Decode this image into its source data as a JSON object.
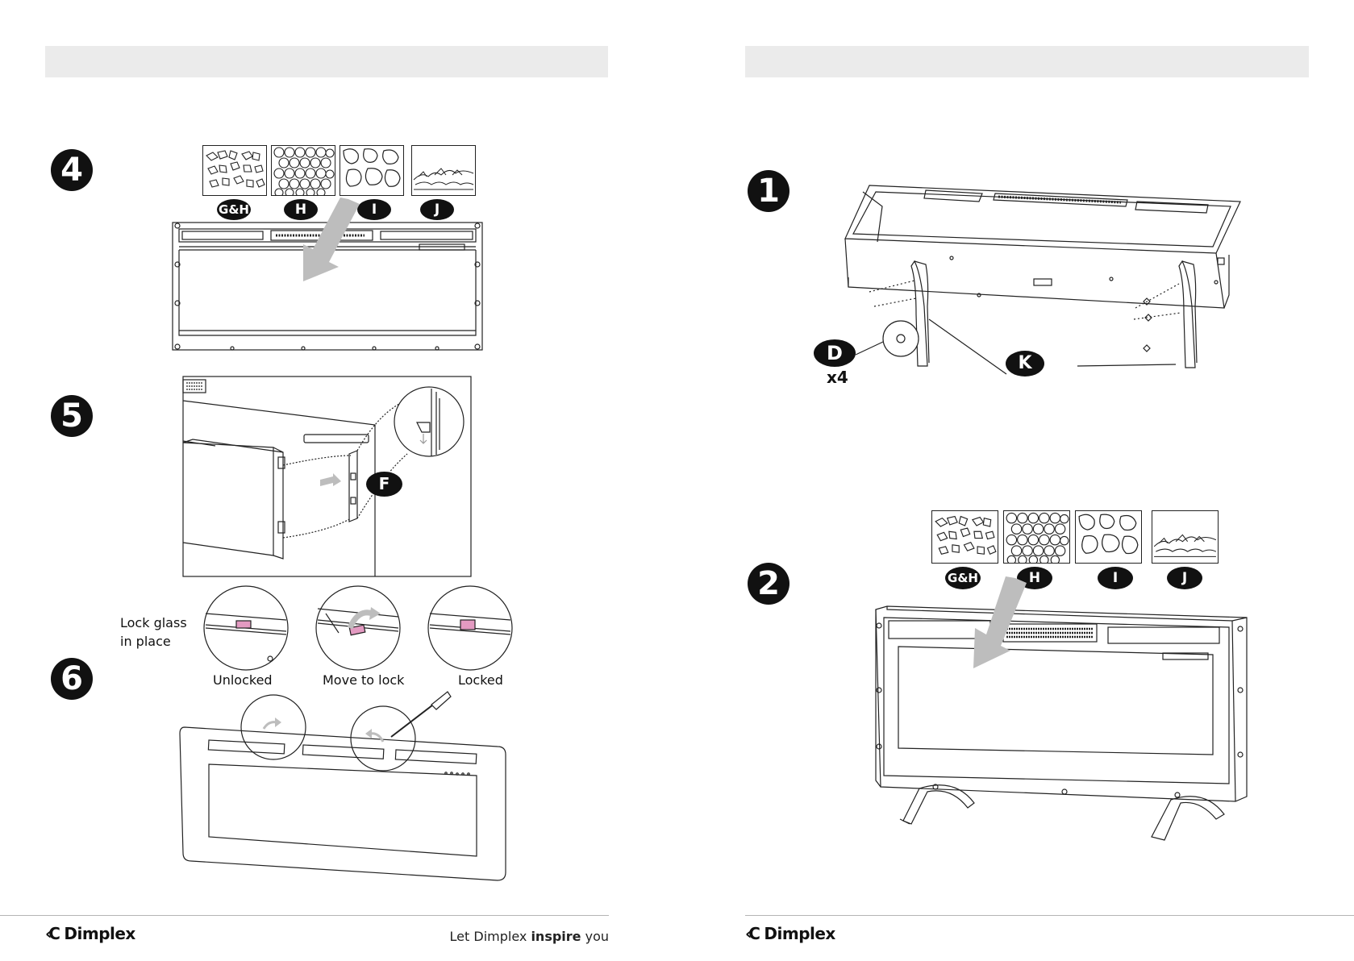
{
  "left_page": {
    "steps": [
      {
        "number": "4"
      },
      {
        "number": "5"
      },
      {
        "number": "6"
      }
    ],
    "media_labels": [
      "G&H",
      "H",
      "I",
      "J"
    ],
    "callout_f": "F",
    "lock_caption_line1": "Lock glass",
    "lock_caption_line2": "in place",
    "lock_states": [
      "Unlocked",
      "Move to lock",
      "Locked"
    ],
    "footer": {
      "brand": "Dimplex",
      "brand_mark": "‹C",
      "tagline_pre": "Let Dimplex ",
      "tagline_bold": "inspire",
      "tagline_post": " you"
    }
  },
  "right_page": {
    "steps": [
      {
        "number": "1"
      },
      {
        "number": "2"
      }
    ],
    "callout_d": "D",
    "callout_d_qty": "x4",
    "callout_k": "K",
    "media_labels": [
      "G&H",
      "H",
      "I",
      "J"
    ],
    "footer": {
      "brand": "Dimplex",
      "brand_mark": "‹C"
    }
  },
  "colors": {
    "header_bar": "#ebebeb",
    "callout": "#111111",
    "lock_tab": "#e39ac1",
    "arrow": "#bdbdbd"
  }
}
